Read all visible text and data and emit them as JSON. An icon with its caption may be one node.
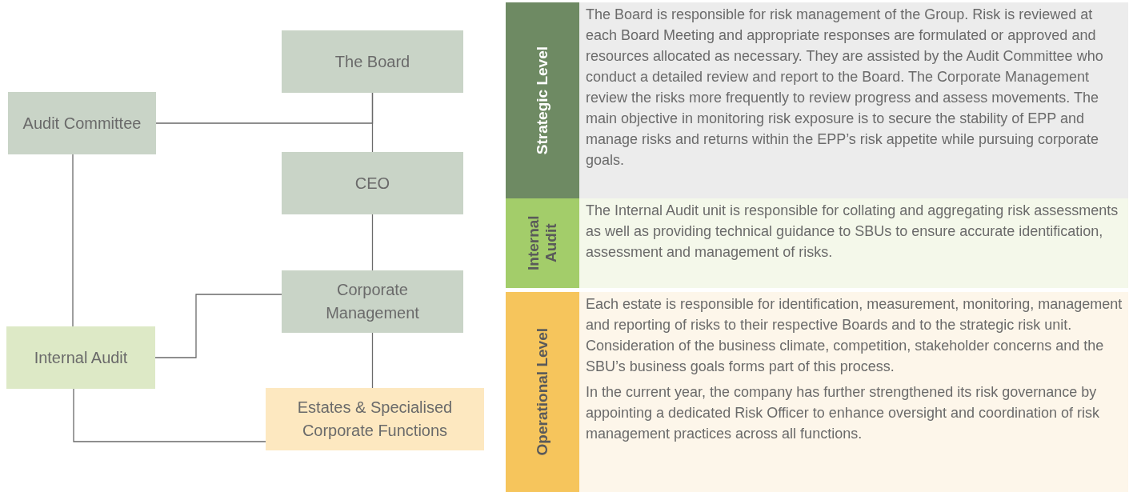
{
  "diagram": {
    "nodes": [
      {
        "text": [
          "The Board"
        ]
      },
      {
        "text": [
          "Audit Committee"
        ]
      },
      {
        "text": [
          "CEO"
        ]
      },
      {
        "text": [
          "Corporate Management"
        ]
      },
      {
        "text": [
          "Internal Audit"
        ]
      },
      {
        "text": [
          "Estates & Specialised Corporate Functions"
        ]
      },
      {
        "text": [
          "Strategic Level",
          "The Board is responsible for risk management of the Group. Risk is reviewed at each Board Meeting and appropriate responses are formulated or approved and resources allocated as necessary. They are assisted by the Audit Committee who conduct a detailed review and report to the Board. The Corporate Management review the risks more frequently to review progress and assess movements. The main objective in monitoring risk exposure is to secure the stability of EPP and manage risks and returns within the EPP’s risk appetite while pursuing corporate goals."
        ]
      },
      {
        "text": [
          "Internal Audit",
          "The Internal Audit unit is responsible for collating and aggregating risk assessments as well as providing technical guidance to SBUs to ensure accurate identification, assessment and management of risks."
        ]
      },
      {
        "text": [
          "Operational Level",
          "Each estate is responsible for identification, measurement, monitoring, management and reporting of risks to their respective Boards and to the strategic risk unit.  Consideration of the business climate, competition, stakeholder concerns and the SBU’s business goals forms part of this process.",
          "In the current year, the company has further strengthened its risk governance by appointing a dedicated Risk Officer to enhance oversight and coordination of risk management practices across all functions."
        ]
      }
    ],
    "edges": [
      {
        "from": 0,
        "to": 2,
        "arrow": "none"
      },
      {
        "from": 1,
        "to": 0,
        "arrow": "none"
      },
      {
        "from": 1,
        "to": 4,
        "arrow": "none"
      },
      {
        "from": 2,
        "to": 3,
        "arrow": "none"
      },
      {
        "from": 4,
        "to": 3,
        "arrow": "none"
      },
      {
        "from": 3,
        "to": 5,
        "arrow": "none"
      },
      {
        "from": 4,
        "to": 5,
        "arrow": "none"
      }
    ]
  }
}
